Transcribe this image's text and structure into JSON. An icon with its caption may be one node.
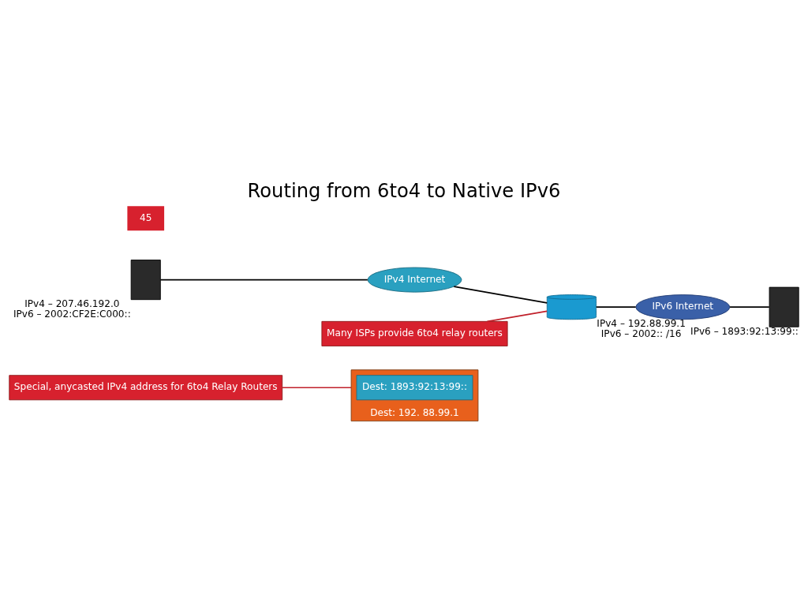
{
  "diagram": {
    "title": "Routing from 6to4 to Native IPv6",
    "nodes": [
      {
        "text": [
          "Dest: 192. 88.99.1"
        ]
      },
      {
        "text": [
          "Dest: 1893:92:13:99::"
        ],
        "in": 0
      },
      {
        "text": [
          "Special, anycasted IPv4 address for 6to4 Relay Routers"
        ]
      },
      {
        "text": [],
        "shape": "box",
        "beside": [
          "IPv4 – 207.46.192.0",
          "IPv6 – 2002:CF2E:C000::"
        ]
      },
      {
        "text": [
          "IPv4 Internet"
        ]
      },
      {
        "text": [],
        "shape": "cylinder",
        "beside": [
          "IPv4 – 192.88.99.1",
          "IPv6 – 2002:: /16"
        ]
      },
      {
        "text": [
          "IPv6 Internet"
        ]
      },
      {
        "text": [],
        "shape": "box",
        "beside": [
          "IPv6 – 1893:92:13:99::"
        ]
      },
      {
        "text": [
          "Many ISPs provide 6to4 relay routers"
        ]
      }
    ],
    "edges": [
      {
        "from": 2,
        "to": 0,
        "arrow": "none",
        "color": "#c0202a"
      },
      {
        "from": 3,
        "to": 4,
        "arrow": "none"
      },
      {
        "from": 4,
        "to": 5,
        "arrow": "none"
      },
      {
        "from": 5,
        "to": 6,
        "arrow": "none"
      },
      {
        "from": 6,
        "to": 7,
        "arrow": "none"
      },
      {
        "from": 8,
        "to": 5,
        "arrow": "none",
        "color": "#c0202a"
      }
    ],
    "labels": [
      "45"
    ]
  }
}
